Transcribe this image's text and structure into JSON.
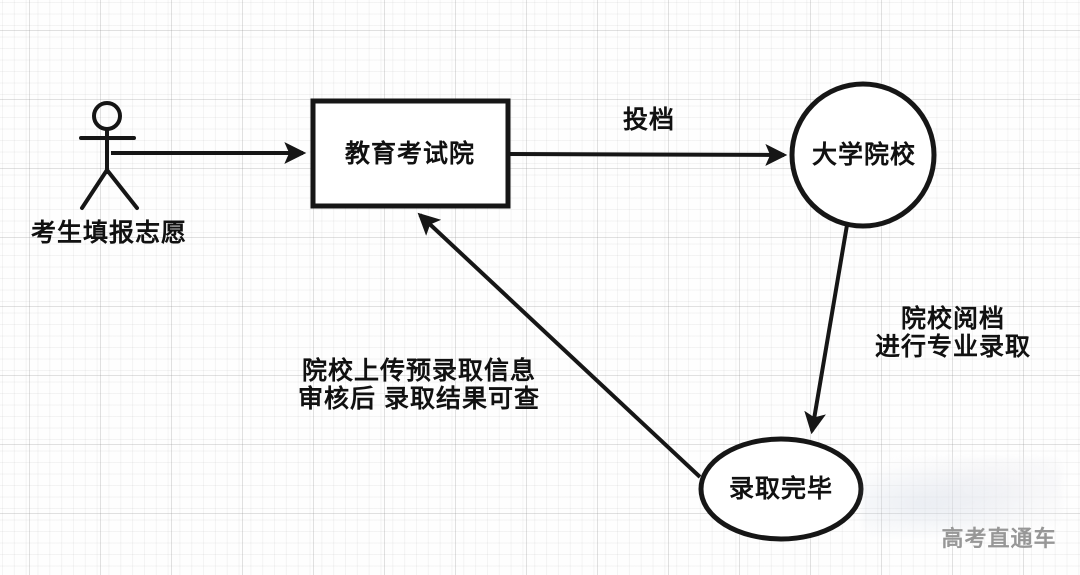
{
  "diagram": {
    "nodes": {
      "actor_label": "考生填报志愿",
      "exam_office": "教育考试院",
      "university": "大学院校",
      "admission_done": "录取完毕"
    },
    "edges": {
      "submit_dossier": "投档",
      "review_line1": "院校阅档",
      "review_line2": "进行专业录取",
      "upload_line1": "院校上传预录取信息",
      "upload_line2": "审核后 录取结果可查"
    },
    "watermark": "高考直通车",
    "colors": {
      "stroke": "#161616",
      "text": "#111111",
      "watermark_text": "#979797",
      "grid_major": "#dcdcdc",
      "grid_minor": "#efefef",
      "shape_fill": "#ffffff"
    }
  }
}
